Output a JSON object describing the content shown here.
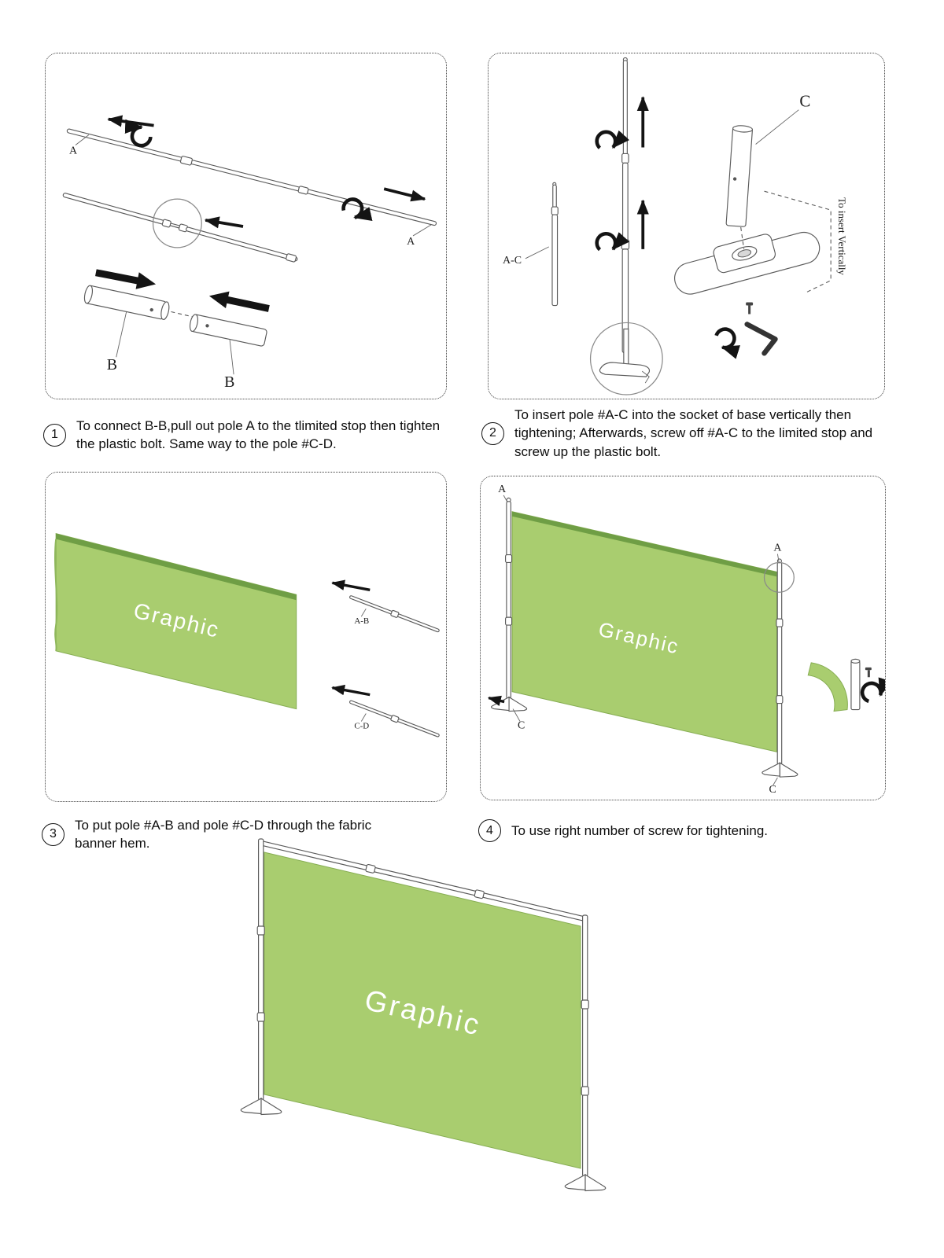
{
  "colors": {
    "banner_green": "#a9cd6f",
    "banner_edge": "#6f9e45",
    "paper": "#ffffff"
  },
  "steps": [
    {
      "number": "1",
      "text": "To connect B-B,pull out pole A to the tlimited stop then tighten the plastic bolt. Same  way to the pole #C-D."
    },
    {
      "number": "2",
      "text": "To insert pole #A-C into the socket of base vertically then tightening; Afterwards, screw off #A-C to the limited stop and screw up the plastic bolt."
    },
    {
      "number": "3",
      "text": "To put pole #A-B and pole #C-D through the fabric banner hem."
    },
    {
      "number": "4",
      "text": "To use right number of screw for tightening."
    }
  ],
  "panel1": {
    "label_pole_a_left": "A",
    "label_pole_a_right": "A",
    "label_tube_b_left": "B",
    "label_tube_b_right": "B"
  },
  "panel2": {
    "label_pole_ac": "A-C",
    "label_part_c": "C",
    "note_insert_vertically": "To insert Vertically"
  },
  "panel3": {
    "banner_text": "Graphic",
    "label_pole_ab": "A-B",
    "label_pole_cd": "C-D"
  },
  "panel4": {
    "banner_text": "Graphic",
    "label_top_left": "A",
    "label_top_right": "A",
    "label_bottom_left": "C",
    "label_bottom_right": "C"
  },
  "final_assembly": {
    "banner_text": "Graphic"
  }
}
